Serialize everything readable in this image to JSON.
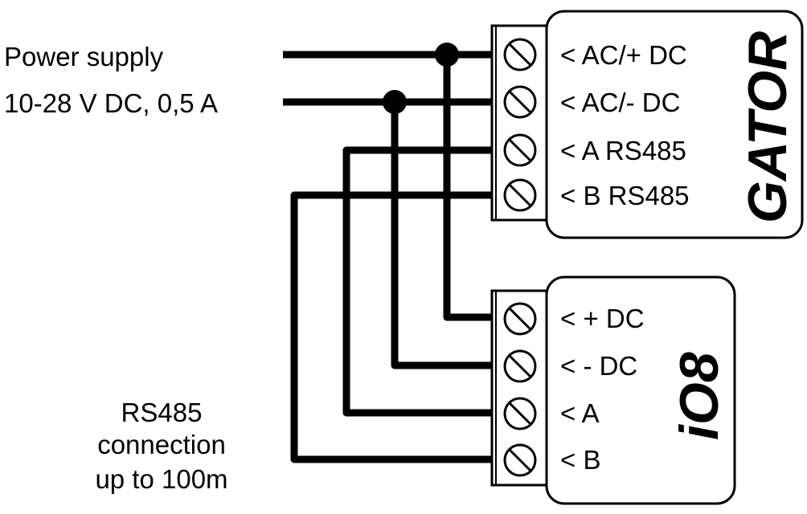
{
  "power_supply": {
    "line1": "Power supply",
    "line2": "10-28 V DC, 0,5 A"
  },
  "rs485_note": {
    "line1": "RS485",
    "line2": "connection",
    "line3": "up to 100m"
  },
  "gator": {
    "name": "GATOR",
    "terminals": [
      "< AC/+ DC",
      "< AC/- DC",
      "< A RS485",
      "< B RS485"
    ]
  },
  "io8": {
    "name": "iO8",
    "terminals": [
      "< + DC",
      "< - DC",
      "< A",
      "< B"
    ]
  },
  "colors": {
    "wire": "#000000",
    "background": "#ffffff"
  }
}
